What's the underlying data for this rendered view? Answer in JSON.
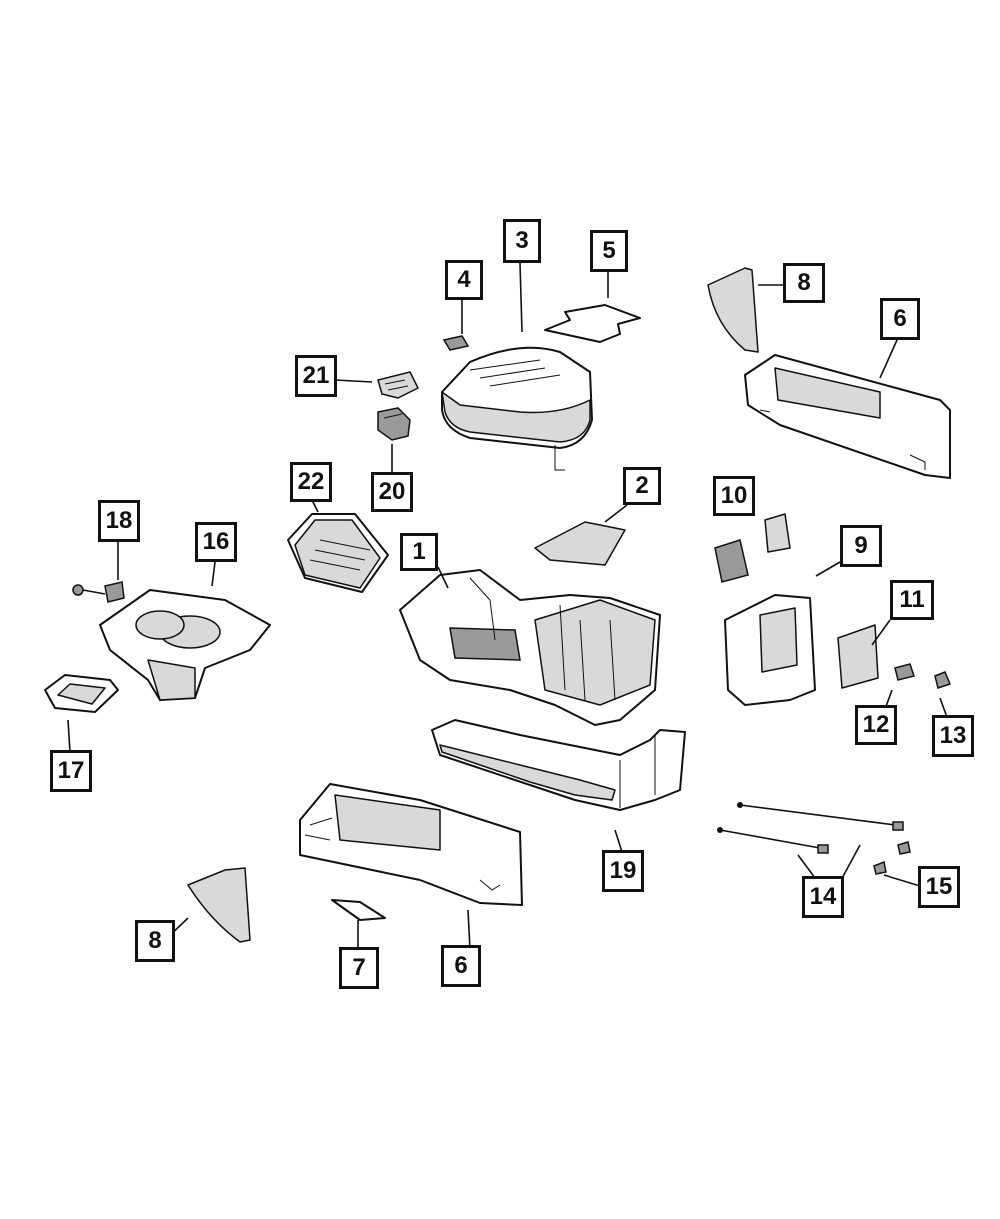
{
  "diagram": {
    "callouts": [
      {
        "id": "c1",
        "label": "1"
      },
      {
        "id": "c2",
        "label": "2"
      },
      {
        "id": "c3",
        "label": "3"
      },
      {
        "id": "c4",
        "label": "4"
      },
      {
        "id": "c5",
        "label": "5"
      },
      {
        "id": "c6a",
        "label": "6"
      },
      {
        "id": "c6b",
        "label": "6"
      },
      {
        "id": "c7",
        "label": "7"
      },
      {
        "id": "c8a",
        "label": "8"
      },
      {
        "id": "c8b",
        "label": "8"
      },
      {
        "id": "c9",
        "label": "9"
      },
      {
        "id": "c10",
        "label": "10"
      },
      {
        "id": "c11",
        "label": "11"
      },
      {
        "id": "c12",
        "label": "12"
      },
      {
        "id": "c13",
        "label": "13"
      },
      {
        "id": "c14",
        "label": "14"
      },
      {
        "id": "c15",
        "label": "15"
      },
      {
        "id": "c16",
        "label": "16"
      },
      {
        "id": "c17",
        "label": "17"
      },
      {
        "id": "c18",
        "label": "18"
      },
      {
        "id": "c19",
        "label": "19"
      },
      {
        "id": "c20",
        "label": "20"
      },
      {
        "id": "c21",
        "label": "21"
      },
      {
        "id": "c22",
        "label": "22"
      }
    ],
    "colors": {
      "line": "#111111",
      "background": "#ffffff",
      "shade": "#d9d9d9"
    }
  }
}
